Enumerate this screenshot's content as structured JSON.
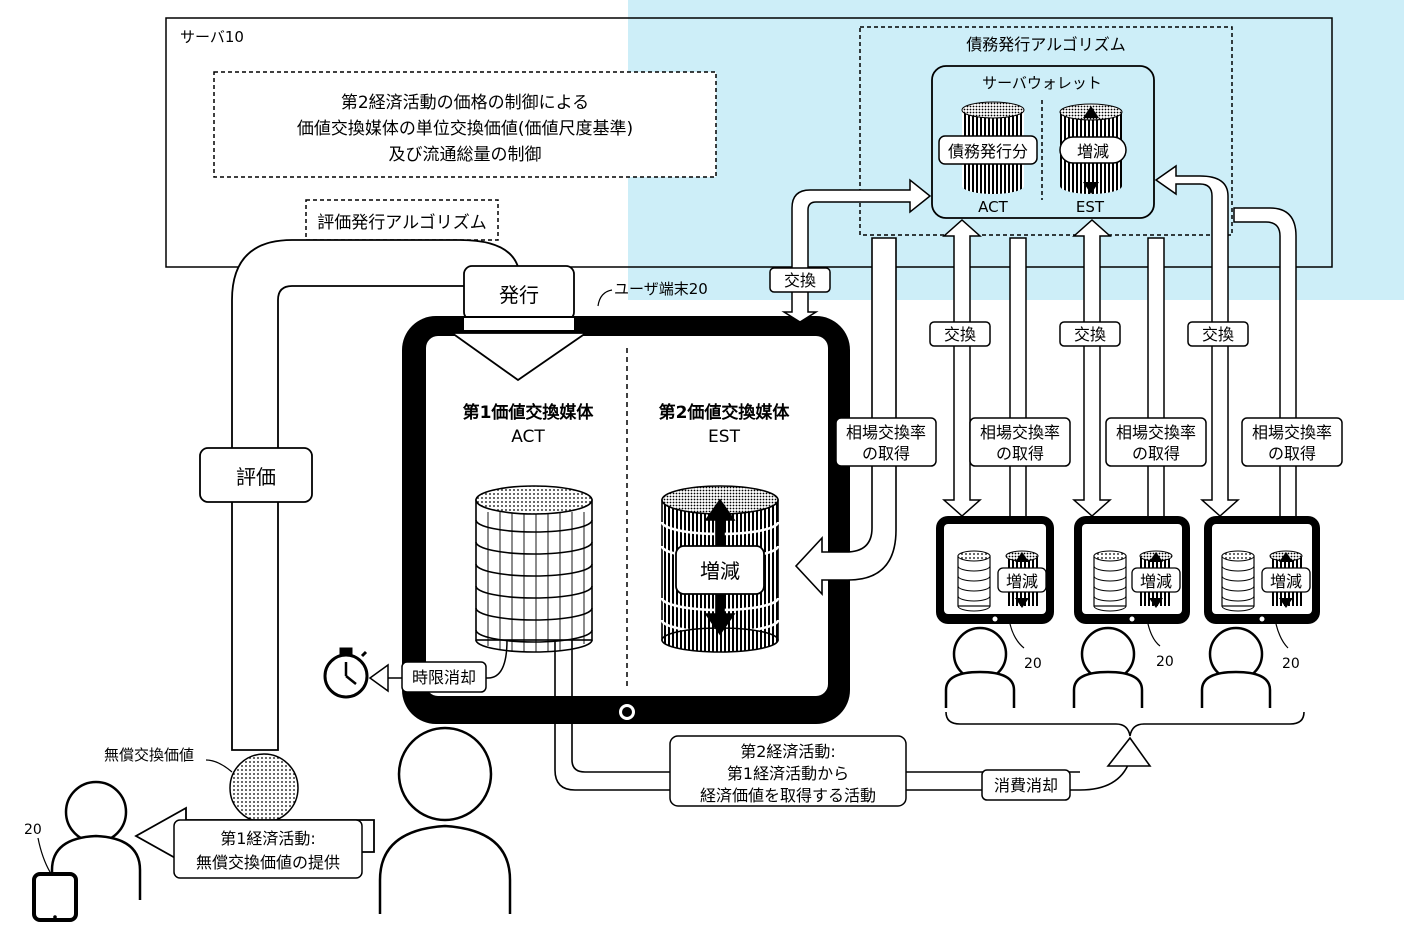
{
  "server": {
    "label": "サーバ10",
    "control_box": [
      "第2経済活動の価格の制御による",
      "価値交換媒体の単位交換価値(価値尺度基準)",
      "及び流通総量の制御"
    ],
    "eval_algorithm": "評価発行アルゴリズム",
    "debt_algorithm": "債務発行アルゴリズム",
    "wallet_title": "サーバウォレット",
    "debt_issued": "債務発行分",
    "increase_decrease": "増減",
    "act": "ACT",
    "est": "EST"
  },
  "labels": {
    "issue": "発行",
    "evaluation": "評価",
    "exchange": "交換",
    "user_terminal": "ユーザ端末20",
    "rate_line1": "相場交換率",
    "rate_line2": "の取得",
    "timed_expiry": "時限消却",
    "free_value": "無償交換価値",
    "activity1": [
      "第1経済活動:",
      "無償交換価値の提供"
    ],
    "activity2": [
      "第2経済活動:",
      "第1経済活動から",
      "経済価値を取得する活動"
    ],
    "consumption_expiry": "消費消却",
    "ref_20": "20"
  },
  "terminal": {
    "medium1_name": "第1価値交換媒体",
    "medium1_code": "ACT",
    "medium2_name": "第2価値交換媒体",
    "medium2_code": "EST",
    "increase_decrease": "増減"
  },
  "colors": {
    "cloud_highlight": "#cdeef8",
    "line": "#000000",
    "background": "#ffffff"
  }
}
